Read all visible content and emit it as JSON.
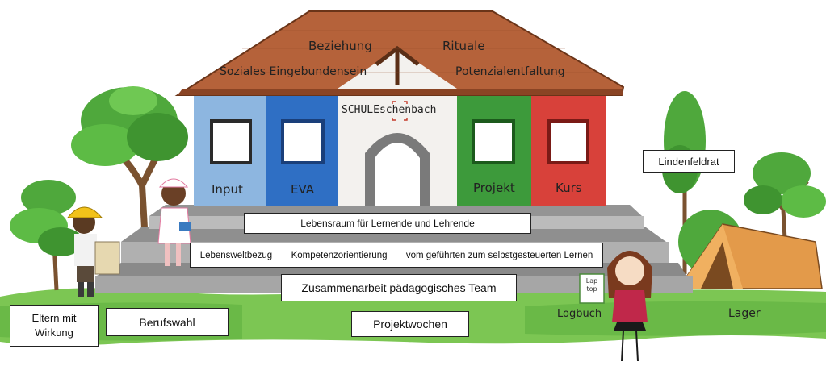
{
  "roof": {
    "words": {
      "beziehung": "Beziehung",
      "rituale": "Rituale",
      "soziales": "Soziales Eingebundensein",
      "potenzial": "Potenzialentfaltung"
    }
  },
  "school_sign": "SCHULEschenbach",
  "house_sections": {
    "input": "Input",
    "eva": "EVA",
    "projekt": "Projekt",
    "kurs": "Kurs"
  },
  "steps": {
    "top": "Lebensraum für Lernende und Lehrende",
    "middle": {
      "lebenswelt": "Lebensweltbezug",
      "kompetenz": "Kompetenzorientierung",
      "gefuehrt": "vom geführten zum selbstgesteuerten Lernen"
    },
    "bottom": "Zusammenarbeit pädagogisches Team"
  },
  "labels": {
    "eltern": "Eltern mit Wirkung",
    "berufswahl": "Berufswahl",
    "projektwochen": "Projektwochen",
    "lindenfeldrat": "Lindenfeldrat",
    "laptop": "Lap top",
    "logbuch": "Logbuch",
    "lager": "Lager"
  },
  "colors": {
    "roof": "#b5623a",
    "input_wall": "#8db6e0",
    "eva_wall": "#2f6fc4",
    "center_wall": "#f3f1ee",
    "projekt_wall": "#3d9a3b",
    "kurs_wall": "#d8413a",
    "grass": "#6cc04a",
    "tent": "#e08a3a",
    "steps": "#9a9a9a"
  }
}
